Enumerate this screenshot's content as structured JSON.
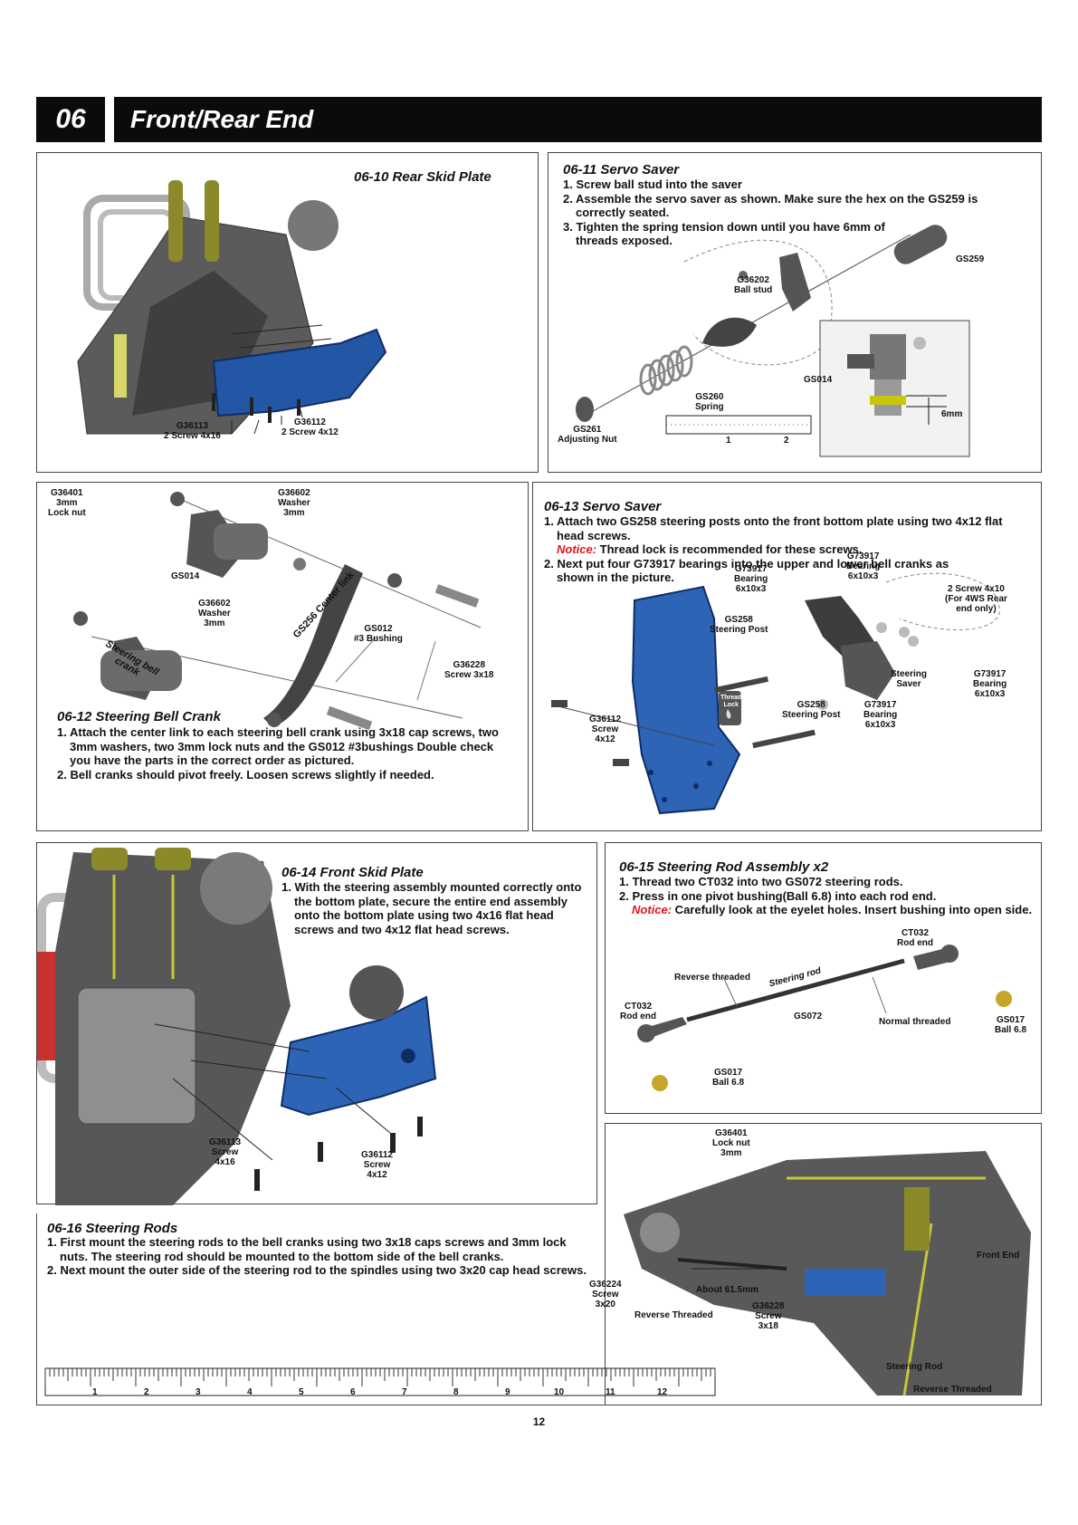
{
  "header": {
    "section_number": "06",
    "section_title": "Front/Rear End"
  },
  "p10": {
    "title": "06-10 Rear Skid Plate",
    "labels": {
      "g36113": "G36113\n2 Screw 4x16",
      "g36112": "G36112\n2 Screw 4x12"
    }
  },
  "p11": {
    "title": "06-11  Servo Saver",
    "steps": [
      "1. Screw ball stud into the saver",
      "2. Assemble the servo saver as shown.  Make sure the hex on the GS259 is correctly seated.",
      "3. Tighten the spring tension down until you have 6mm of threads exposed."
    ],
    "labels": {
      "gs259": "GS259",
      "g36202": "G36202\nBall stud",
      "gs014": "GS014",
      "gs260": "GS260\nSpring",
      "gs261": "GS261\nAdjusting Nut",
      "mm6": "6mm"
    },
    "ruler": [
      "1",
      "2"
    ]
  },
  "p12": {
    "title": "06-12  Steering Bell Crank",
    "steps": [
      "1. Attach the center link to each steering bell crank using 3x18 cap screws, two 3mm washers, two 3mm lock nuts and the GS012 #3bushings Double check you have the parts in the correct order as pictured.",
      "2. Bell cranks should pivot freely.  Loosen screws slightly if needed."
    ],
    "labels": {
      "g36401": "G36401\n3mm\nLock nut",
      "g36602a": "G36602\nWasher\n3mm",
      "gs014": "GS014",
      "g36602b": "G36602\nWasher\n3mm",
      "centerlink": "GS256 Center link",
      "gs012": "GS012\n#3 Bushing",
      "g36228": "G36228\nScrew 3x18",
      "bellcrank": "Steering bell crank"
    }
  },
  "p13": {
    "title": "06-13  Servo Saver",
    "step1": "1. Attach two GS258 steering posts onto the front bottom plate using two 4x12 flat head screws.",
    "notice_label": "Notice:",
    "notice_text": " Thread lock is recommended for these screws.",
    "step2": "2. Next put four G73917 bearings into the upper and lower bell cranks as shown in the picture.",
    "labels": {
      "g73917a": "G73917\nBearing\n6x10x3",
      "g73917b": "G73917\nBearing\n6x10x3",
      "screw4x10": "2 Screw 4x10\n(For 4WS Rear\nend only)",
      "gs258a": "GS258\nSteering Post",
      "saver": "Steering\nSaver",
      "g73917c": "G73917\nBearing\n6x10x3",
      "gs258b": "GS258\nSteering Post",
      "g73917d": "G73917\nBearing\n6x10x3",
      "g36112": "G36112\nScrew\n4x12",
      "threadlock": "Thread\nLock"
    }
  },
  "p14": {
    "title": "06-14  Front Skid Plate",
    "steps": [
      "1. With the steering assembly mounted correctly onto the bottom plate, secure the entire end assembly onto the bottom plate using two 4x16 flat head screws and two 4x12 flat head screws."
    ],
    "labels": {
      "g36113": "G36113\nScrew\n4x16",
      "g36112": "G36112\nScrew\n4x12"
    }
  },
  "p15": {
    "title": "06-15  Steering Rod Assembly x2",
    "step1": "1. Thread two CT032 into two GS072 steering rods.",
    "step2": "2. Press in one pivot bushing(Ball 6.8) into each rod end.",
    "notice_label": "Notice:",
    "notice_text": " Carefully look at the eyelet holes.  Insert bushing  into open side.",
    "labels": {
      "ct032a": "CT032\nRod end",
      "reverse": "Reverse threaded",
      "steeringrod": "Steering rod",
      "ct032b": "CT032\nRod end",
      "gs072": "GS072",
      "normal": "Normal threaded",
      "gs017a": "GS017\nBall 6.8",
      "gs017b": "GS017\nBall 6.8"
    }
  },
  "p16": {
    "title": "06-16  Steering Rods",
    "steps": [
      "1. First mount the steering rods to the bell cranks using two 3x18 caps screws and 3mm lock nuts.  The steering rod should be mounted to the bottom side of the bell cranks.",
      "2. Next mount the outer side of the steering rod to the spindles using two 3x20 cap head screws."
    ],
    "labels": {
      "g36401": "G36401\nLock nut\n3mm",
      "frontend": "Front End",
      "g36224": "G36224\nScrew\n3x20",
      "about": "About 61.5mm",
      "revthreaded": "Reverse Threaded",
      "g36228": "G36228\nScrew\n3x18",
      "steeringrod": "Steering Rod",
      "revthreaded2": "Reverse Threaded"
    },
    "ruler": [
      "1",
      "2",
      "3",
      "4",
      "5",
      "6",
      "7",
      "8",
      "9",
      "10",
      "11",
      "12"
    ]
  },
  "page_number": "12"
}
